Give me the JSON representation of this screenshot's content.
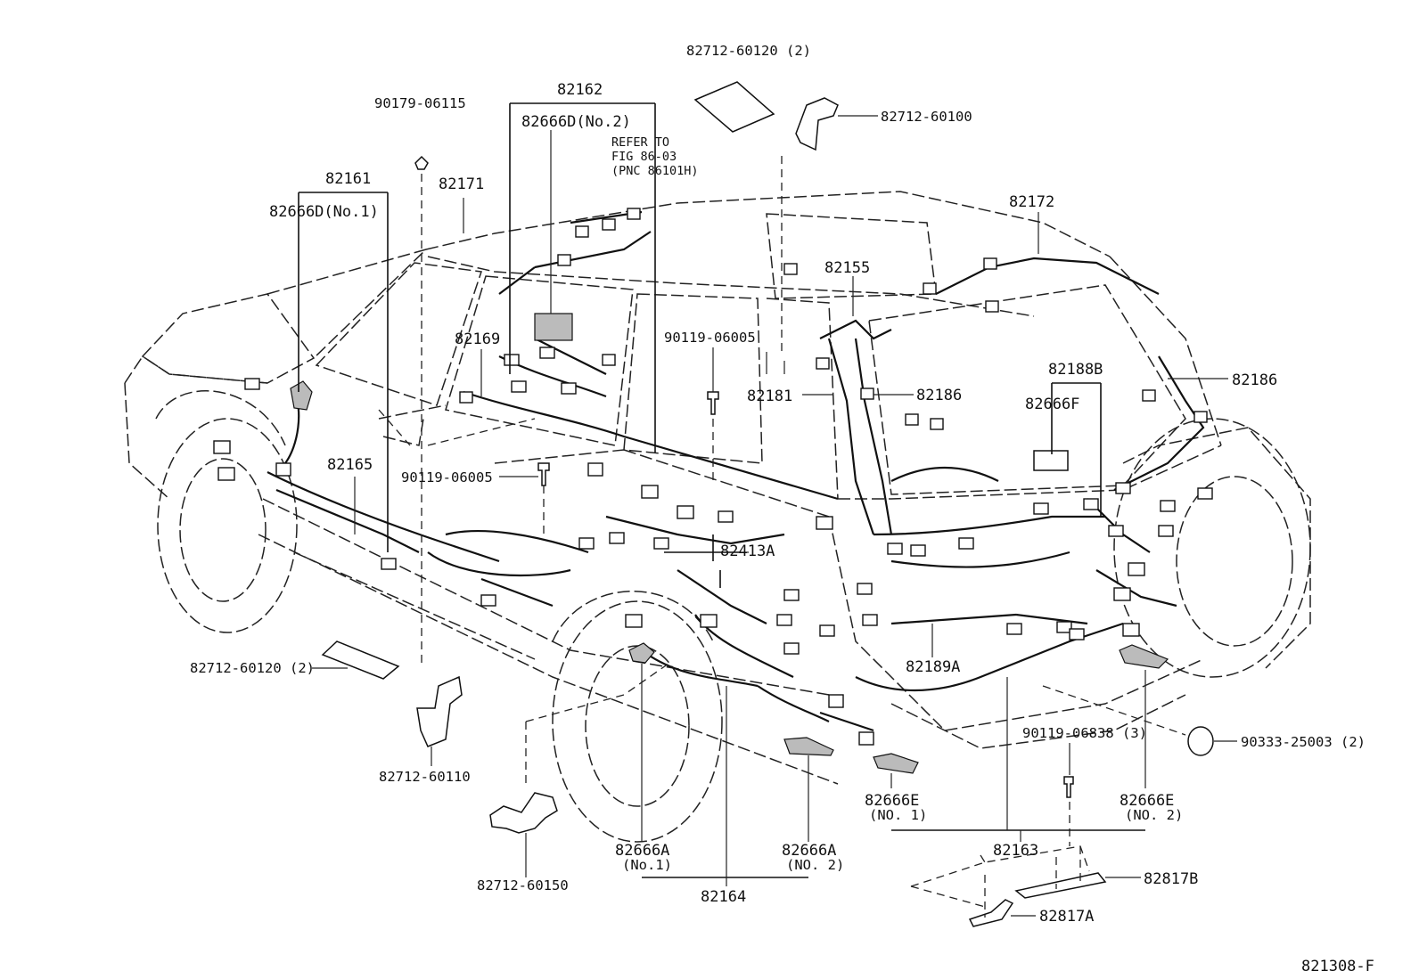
{
  "diagram": {
    "drawing_number": "821308-F",
    "refer_note": [
      "REFER TO",
      "FIG 86-03",
      "(PNC 86101H)"
    ],
    "labels": {
      "p82712_60120_top": "82712-60120 (2)",
      "p82712_60100": "82712-60100",
      "p82162": "82162",
      "p82666D_no2": "82666D(No.2)",
      "p90179_06115": "90179-06115",
      "p82161": "82161",
      "p82666D_no1": "82666D(No.1)",
      "p82171": "82171",
      "p82172": "82172",
      "p82155": "82155",
      "p82169": "82169",
      "p90119_06005_a": "90119-06005",
      "p82181": "82181",
      "p82186_a": "82186",
      "p82188B": "82188B",
      "p82666F": "82666F",
      "p82186_b": "82186",
      "p82165": "82165",
      "p90119_06005_b": "90119-06005",
      "p82413A": "82413A",
      "p82189A": "82189A",
      "p82712_60120_left": "82712-60120 (2)",
      "p82712_60110": "82712-60110",
      "p90119_06838": "90119-06838 (3)",
      "p90333_25003": "90333-25003 (2)",
      "p82666E_no1": "82666E",
      "p82666E_no1_sub": "(NO. 1)",
      "p82666E_no2": "82666E",
      "p82666E_no2_sub": "(NO. 2)",
      "p82163": "82163",
      "p82666A_no1": "82666A",
      "p82666A_no1_sub": "(No.1)",
      "p82666A_no2": "82666A",
      "p82666A_no2_sub": "(NO. 2)",
      "p82164": "82164",
      "p82712_60150": "82712-60150",
      "p82817B": "82817B",
      "p82817A": "82817A"
    }
  }
}
